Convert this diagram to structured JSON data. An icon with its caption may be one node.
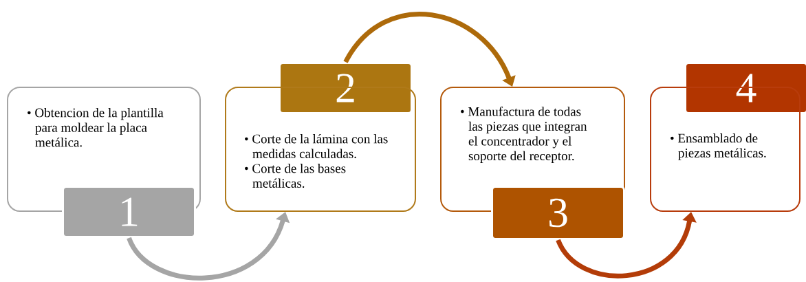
{
  "diagram": {
    "nodes": [
      {
        "text": [
          "• Obtencion de la plantilla para moldear la placa metálica."
        ]
      },
      {
        "text": [
          "1"
        ]
      },
      {
        "text": [
          "2"
        ]
      },
      {
        "text": [
          "• Corte de la lámina con las medidas calculadas.",
          "• Corte de las bases metálicas."
        ]
      },
      {
        "text": [
          "• Manufactura de todas las piezas que integran el concentrador y el soporte del receptor."
        ]
      },
      {
        "text": [
          "3"
        ]
      },
      {
        "text": [
          "4"
        ]
      },
      {
        "text": [
          "• Ensamblado de piezas metálicas."
        ]
      }
    ],
    "edges": [
      {
        "from": 1,
        "to": 3,
        "arrow": "to",
        "color": "#a5a5a5"
      },
      {
        "from": 2,
        "to": 4,
        "arrow": "to",
        "color": "#ad6a0a"
      },
      {
        "from": 5,
        "to": 7,
        "arrow": "to",
        "color": "#b33c08"
      }
    ]
  }
}
